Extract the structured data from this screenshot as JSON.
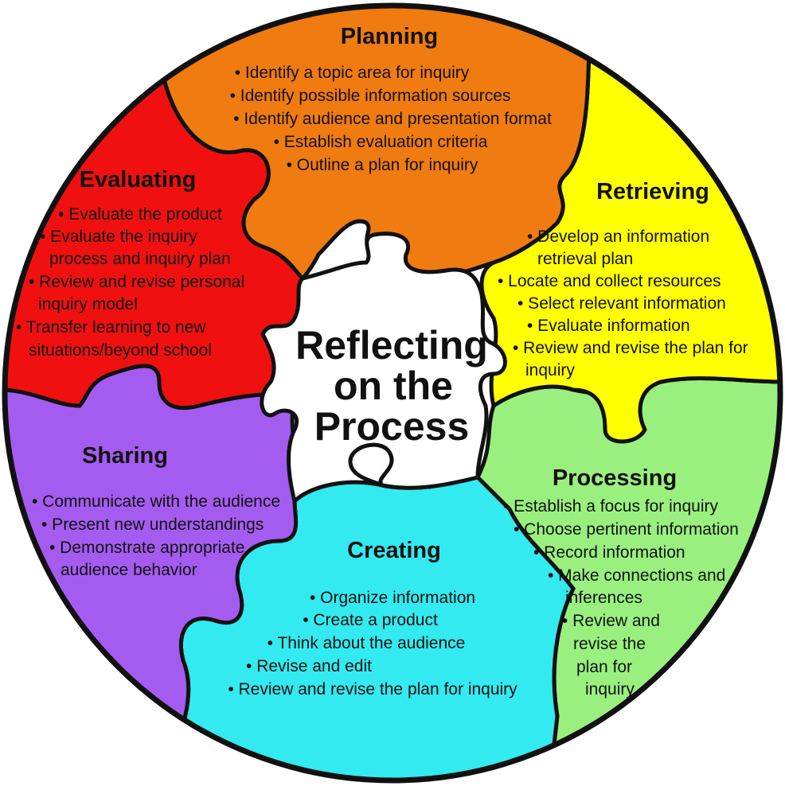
{
  "center": {
    "lines": [
      "Reflecting",
      "on the",
      "Process"
    ]
  },
  "pieces": {
    "planning": {
      "title": "Planning",
      "color": "#f07b10",
      "items": [
        "• Identify a topic area for inquiry",
        "• Identify possible information sources",
        "• Identify audience and presentation format",
        "• Establish evaluation criteria",
        "• Outline a plan for inquiry"
      ]
    },
    "retrieving": {
      "title": "Retrieving",
      "color": "#ffff00",
      "items": [
        "• Develop an information",
        "retrieval plan",
        "• Locate and collect resources",
        "• Select relevant information",
        "• Evaluate information",
        "• Review and revise the plan for",
        "inquiry"
      ]
    },
    "processing": {
      "title": "Processing",
      "color": "#99f07f",
      "items": [
        "• Establish a focus for inquiry",
        "• Choose pertinent information",
        "• Record information",
        "• Make connections and",
        "inferences",
        "• Review and",
        "revise the",
        "plan for",
        "inquiry"
      ]
    },
    "creating": {
      "title": "Creating",
      "color": "#33eaf0",
      "items": [
        "• Organize information",
        "• Create a product",
        "• Think about the audience",
        "• Revise and edit",
        "• Review and revise the plan for inquiry"
      ]
    },
    "sharing": {
      "title": "Sharing",
      "color": "#a45cf0",
      "items": [
        "• Communicate with the audience",
        "• Present new understandings",
        "• Demonstrate appropriate",
        "audience behavior"
      ]
    },
    "evaluating": {
      "title": "Evaluating",
      "color": "#f01010",
      "items": [
        "• Evaluate the product",
        "• Evaluate the inquiry",
        "process and inquiry plan",
        "• Review and revise personal",
        "inquiry model",
        "• Transfer learning to new",
        "situations/beyond school"
      ]
    }
  },
  "colors": {
    "outline": "#111111",
    "center_fill": "#ffffff"
  }
}
